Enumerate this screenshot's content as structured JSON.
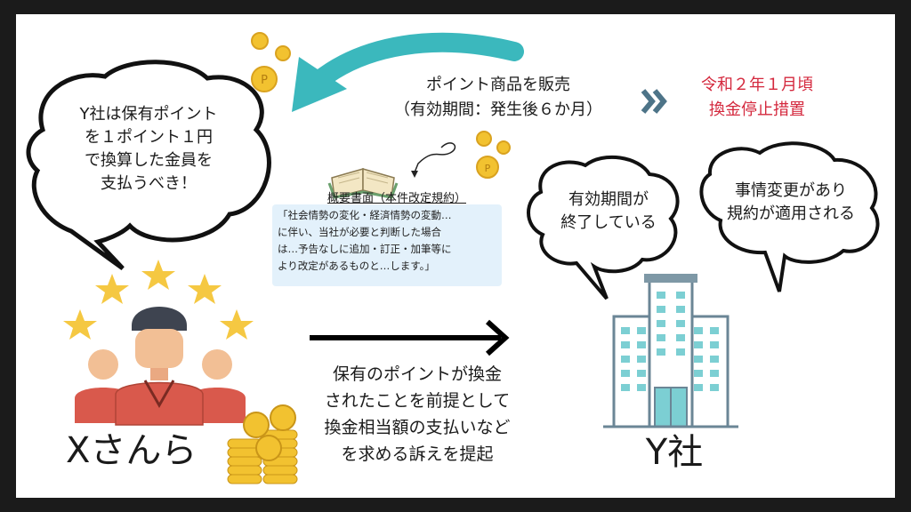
{
  "left_bubble": {
    "lines": [
      "Y社は保有ポイント",
      "を１ポイント１円",
      "で換算した金員を",
      "支払うべき！"
    ]
  },
  "center_top": {
    "line1": "ポイント商品を販売",
    "line2": "（有効期間：発生後６か月）"
  },
  "right_top": {
    "line1": "令和２年１月頃",
    "line2": "換金停止措置",
    "color": "#d4283d"
  },
  "document": {
    "title": "概要書面（本件改定規約）",
    "lines": [
      "「社会情勢の変化・経済情勢の変動…",
      "に伴い、当社が必要と判断した場合",
      "は…予告なしに追加・訂正・加筆等に",
      "より改定があるものと…します。」"
    ]
  },
  "company_bubble_1": {
    "lines": [
      "有効期間が",
      "終了している"
    ]
  },
  "company_bubble_2": {
    "lines": [
      "事情変更があり",
      "規約が適用される"
    ]
  },
  "claimant_label": "Xさんら",
  "company_label": "Y社",
  "lawsuit": {
    "lines": [
      "保有のポイントが換金",
      "されたことを前提として",
      "換金相当額の支払いなど",
      "を求める訴えを提起"
    ]
  },
  "coin_glyph": "P",
  "icons": [
    "star-icon",
    "coin-icon",
    "book-icon",
    "building-icon",
    "people-icon",
    "arrow-icon",
    "chevrons-icon"
  ],
  "colors": {
    "teal": "#3bb8bd",
    "coin": "#f2c230",
    "person_shirt": "#d9594c",
    "star": "#f5c842",
    "building": "#7e98a6"
  }
}
